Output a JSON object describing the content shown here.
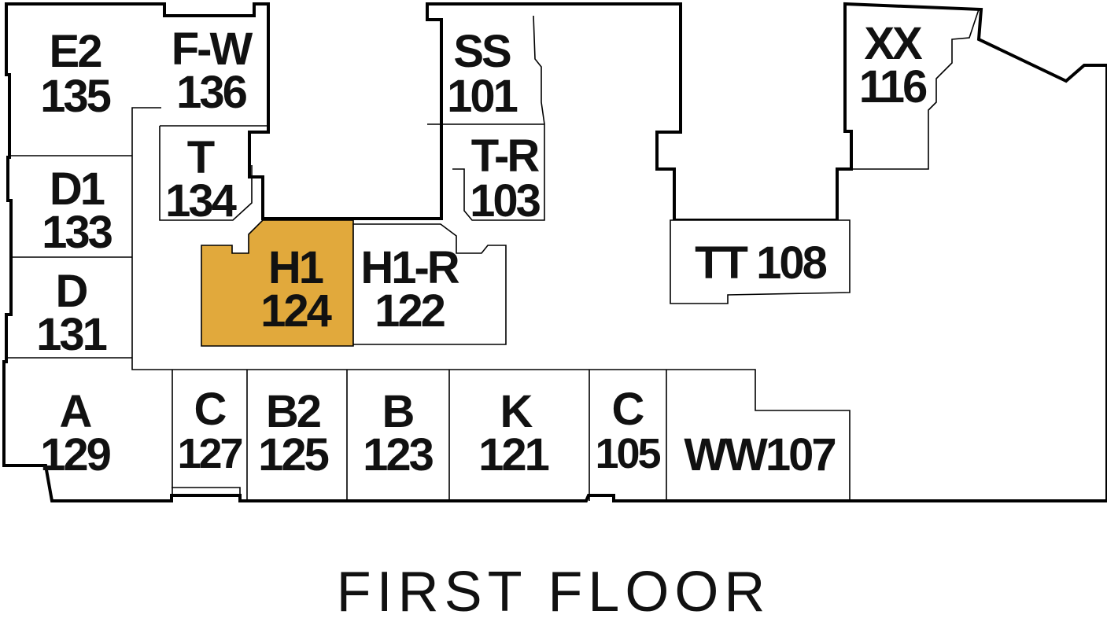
{
  "title": "FIRST FLOOR",
  "colors": {
    "highlight": "#e1a93c",
    "line": "#000000",
    "background": "#ffffff"
  },
  "units": {
    "e2": {
      "name": "E2",
      "number": "135"
    },
    "fw": {
      "name": "F-W",
      "number": "136"
    },
    "ss": {
      "name": "SS",
      "number": "101"
    },
    "xx": {
      "name": "XX",
      "number": "116"
    },
    "t": {
      "name": "T",
      "number": "134"
    },
    "tr": {
      "name": "T-R",
      "number": "103"
    },
    "d1": {
      "name": "D1",
      "number": "133"
    },
    "d": {
      "name": "D",
      "number": "131"
    },
    "h1": {
      "name": "H1",
      "number": "124",
      "highlighted": true
    },
    "h1r": {
      "name": "H1-R",
      "number": "122"
    },
    "tt": {
      "label": "TT 108"
    },
    "a": {
      "name": "A",
      "number": "129"
    },
    "c127": {
      "name": "C",
      "number": "127"
    },
    "b2": {
      "name": "B2",
      "number": "125"
    },
    "b": {
      "name": "B",
      "number": "123"
    },
    "k": {
      "name": "K",
      "number": "121"
    },
    "c105": {
      "name": "C",
      "number": "105"
    },
    "ww": {
      "label": "WW107"
    }
  }
}
